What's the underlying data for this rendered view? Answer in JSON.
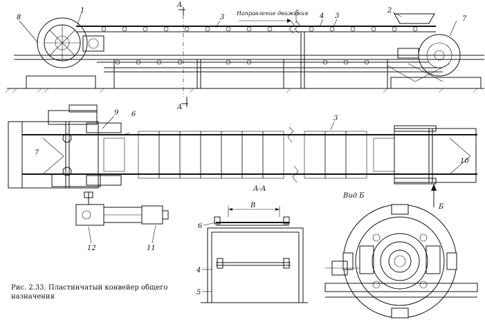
{
  "caption": "Рис. 2.33. Пластинчатый конвейер общего назначения",
  "direction_label": "Направление движения",
  "section_a": "А",
  "section_aa": "А-А",
  "view_b": "Вид Б",
  "arrow_b": "Б",
  "callouts": {
    "n1": "1",
    "n2": "2",
    "n3": "3",
    "n4": "4",
    "n5": "5",
    "n6": "6",
    "n7": "7",
    "n8": "8",
    "n9": "9",
    "n10": "10",
    "n11": "11",
    "n12": "12",
    "dim_b": "B"
  }
}
